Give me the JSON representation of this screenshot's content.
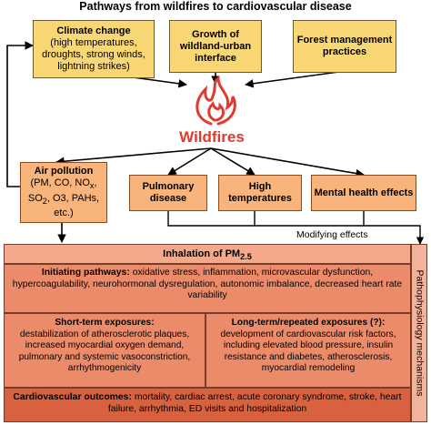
{
  "title": "Pathways from wildfires to cardiovascular disease",
  "drivers": [
    {
      "heading": "Climate change",
      "detail": "(high temperatures, droughts, strong winds, lightning strikes)"
    },
    {
      "heading": "Growth of wildland-urban interface",
      "detail": ""
    },
    {
      "heading": "Forest management practices",
      "detail": ""
    }
  ],
  "center_label": "Wildfires",
  "effects": {
    "air_pollution": {
      "heading": "Air pollution",
      "detail_pre": "(PM, CO, NO",
      "detail_x": "x",
      "detail_mid": ", SO",
      "detail_2": "2",
      "detail_post": ", O3, PAHs, etc.)"
    },
    "pulmonary": "Pulmonary disease",
    "high_temp": "High temperatures",
    "mental": "Mental health effects"
  },
  "modifying_label": "Modifying effects",
  "inhalation": {
    "pre": "Inhalation of PM",
    "sub": "2.5"
  },
  "initiating": {
    "heading": "Initiating pathways:",
    "text": "oxidative stress, inflammation, microvascular dysfunction, hypercoagulability, neurohormonal dysregulation, autonomic imbalance, decreased heart rate variability"
  },
  "short_term": {
    "heading": "Short-term exposures:",
    "text": "destabilization of atherosclerotic plaques, increased myocardial oxygen demand, pulmonary and systemic vasoconstriction, arrhythmogenicity"
  },
  "long_term": {
    "heading": "Long-term/repeated exposures (?):",
    "text": "development of cardiovascular risk factors, including elevated blood pressure, insulin resistance and diabetes, atherosclerosis, myocardial remodeling"
  },
  "outcomes": {
    "heading": "Cardiovascular outcomes:",
    "text": "mortality, cardiac arrest, acute coronary syndrome, stroke, heart failure, arrhythmia, ED visits and hospitalization"
  },
  "side_label": "Pathophysiology mechanisms",
  "colors": {
    "yellow_box": "#f9d774",
    "orange_box": "#f8b47a",
    "fire_red": "#e0392e",
    "band_light": "#f4a98a",
    "band_mid": "#ec8b6a",
    "band_dark": "#d8613f"
  }
}
